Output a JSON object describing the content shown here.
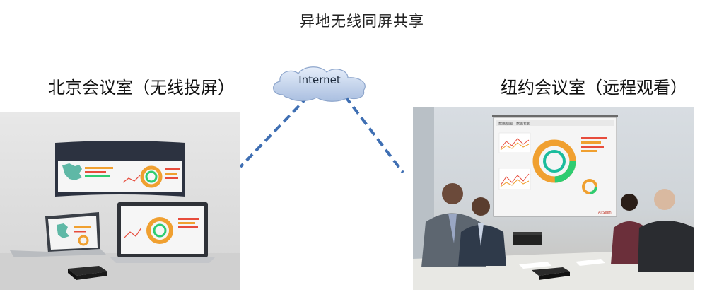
{
  "diagram": {
    "title": "异地无线同屏共享",
    "cloud_label": "Internet",
    "left_site": {
      "label": "北京会议室（无线投屏）"
    },
    "right_site": {
      "label": "纽约会议室（远程观看）"
    },
    "dashboard_header": "数据视图 - 数据看板",
    "projector_brand": "AllSeen"
  },
  "colors": {
    "link_line": "#3f6fb3",
    "cloud_fill": "#c9d7ee",
    "dashboard_orange": "#f0a030",
    "dashboard_red": "#e74c3c",
    "dashboard_green": "#2ecc71",
    "dashboard_teal": "#1abc9c"
  }
}
